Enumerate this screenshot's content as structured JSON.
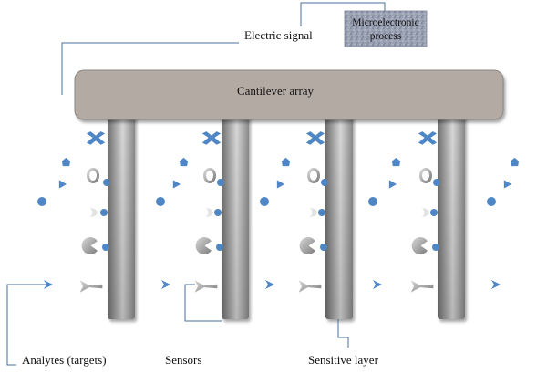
{
  "labels": {
    "electric_signal": "Electric signal",
    "microelectronic_process_line1": "Microelectronic",
    "microelectronic_process_line2": "process",
    "cantilever_array": "Cantilever array",
    "analytes": "Analytes (targets)",
    "sensors": "Sensors",
    "sensitive_layer": "Sensitive layer"
  },
  "colors": {
    "array_fill": "#b3aaa4",
    "array_stroke": "#8e8680",
    "beam_dark": "#7a7a7a",
    "beam_light": "#d6d6d6",
    "molecule_blue": "#4f86c6",
    "molecule_gray": "#9a9a9a",
    "leader_line": "#4a6f99"
  },
  "cantilever_count": 4,
  "icons": [
    "cross-molecule-icon",
    "pentagon-molecule-icon",
    "ring-molecule-icon",
    "triangle-molecule-icon",
    "circle-molecule-icon",
    "crescent-molecule-icon",
    "pacman-molecule-icon",
    "arrow-molecule-icon",
    "y-receptor-icon"
  ]
}
